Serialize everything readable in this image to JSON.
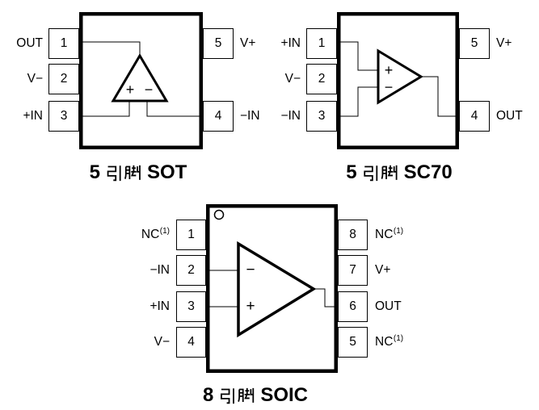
{
  "title": "op-amp package pinout diagrams",
  "colors": {
    "line": "#000000",
    "background": "#ffffff",
    "text": "#000000"
  },
  "packages": {
    "sot": {
      "caption": {
        "num": "5",
        "cjk": "引脚",
        "pkg": "SOT",
        "text": "5 引脚 SOT"
      },
      "pins_left": [
        {
          "num": "1",
          "label": "OUT"
        },
        {
          "num": "2",
          "label": "V−"
        },
        {
          "num": "3",
          "label": "+IN"
        }
      ],
      "pins_right": [
        {
          "num": "5",
          "label": "V+"
        },
        {
          "num": "4",
          "label": "−IN"
        }
      ],
      "opamp": {
        "noninv": "+",
        "inv": "−"
      }
    },
    "sc70": {
      "caption": {
        "num": "5",
        "cjk": "引脚",
        "pkg": "SC70",
        "text": "5 引脚 SC70"
      },
      "pins_left": [
        {
          "num": "1",
          "label": "+IN"
        },
        {
          "num": "2",
          "label": "V−"
        },
        {
          "num": "3",
          "label": "−IN"
        }
      ],
      "pins_right": [
        {
          "num": "5",
          "label": "V+"
        },
        {
          "num": "4",
          "label": "OUT"
        }
      ],
      "opamp": {
        "noninv": "+",
        "inv": "−"
      }
    },
    "soic": {
      "caption": {
        "num": "8",
        "cjk": "引脚",
        "pkg": "SOIC",
        "text": "8 引脚 SOIC"
      },
      "pins_left": [
        {
          "num": "1",
          "label": "NC",
          "sup": "(1)"
        },
        {
          "num": "2",
          "label": "−IN"
        },
        {
          "num": "3",
          "label": "+IN"
        },
        {
          "num": "4",
          "label": "V−"
        }
      ],
      "pins_right": [
        {
          "num": "8",
          "label": "NC",
          "sup": "(1)"
        },
        {
          "num": "7",
          "label": "V+"
        },
        {
          "num": "6",
          "label": "OUT"
        },
        {
          "num": "5",
          "label": "NC",
          "sup": "(1)"
        }
      ],
      "opamp": {
        "inv": "−",
        "noninv": "+"
      }
    }
  }
}
